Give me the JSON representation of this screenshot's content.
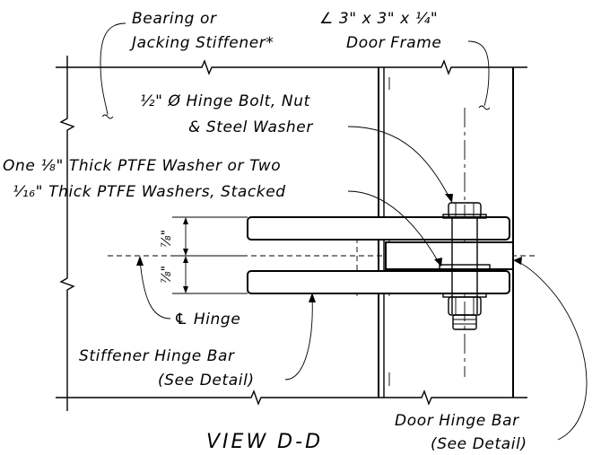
{
  "view_title": "VIEW  D-D",
  "labels": {
    "bearing_line1": "Bearing or",
    "bearing_line2": "Jacking Stiffener*",
    "angle_line1": "∠ 3\" x 3\" x ¼\"",
    "angle_line2": "Door Frame",
    "bolt_line1": "½\" Ø Hinge Bolt, Nut",
    "bolt_line2": "& Steel Washer",
    "ptfe_line1": "One ⅛\" Thick PTFE Washer or Two",
    "ptfe_line2": "¹⁄₁₆\" Thick PTFE Washers, Stacked",
    "hinge_cl": "℄ Hinge",
    "stiff_bar_line1": "Stiffener Hinge Bar",
    "stiff_bar_line2": "(See Detail)",
    "door_bar_line1": "Door Hinge Bar",
    "door_bar_line2": "(See Detail)"
  },
  "dimensions": {
    "upper": "⅞\"",
    "lower": "⅞\""
  }
}
